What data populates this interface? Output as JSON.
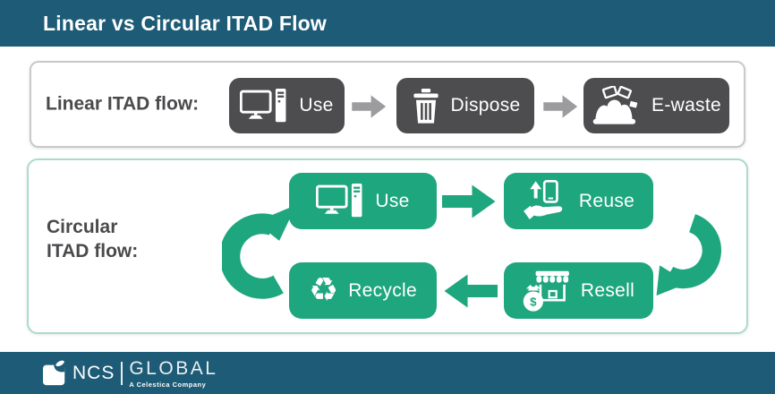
{
  "header": {
    "title": "Linear vs Circular ITAD Flow"
  },
  "linear_panel": {
    "label": "Linear ITAD flow:",
    "steps": [
      {
        "label": "Use",
        "icon": "desktop-computer-icon"
      },
      {
        "label": "Dispose",
        "icon": "trash-icon"
      },
      {
        "label": "E-waste",
        "icon": "ewaste-pile-icon"
      }
    ]
  },
  "circular_panel": {
    "label_line1": "Circular",
    "label_line2": "ITAD flow:",
    "steps": [
      {
        "label": "Use",
        "icon": "desktop-computer-icon"
      },
      {
        "label": "Reuse",
        "icon": "hand-holding-phone-icon"
      },
      {
        "label": "Resell",
        "icon": "money-bag-storefront-icon"
      },
      {
        "label": "Recycle",
        "icon": "recycle-icon",
        "glyph": "♻"
      }
    ]
  },
  "footer": {
    "brand_name": "NCS",
    "brand_suffix": "GLOBAL",
    "tagline": "A Celestica Company"
  },
  "icons": {
    "dollar_glyph": "$"
  },
  "colors": {
    "teal": "#1d5b76",
    "box_dark_gray": "#4d4d4f",
    "box_green": "#1ea67e",
    "mint_border": "#a9dcc9",
    "gray_border": "#c9c9c9",
    "arrow_gray": "#9c9c9e",
    "label_gray": "#4a4a4c"
  }
}
